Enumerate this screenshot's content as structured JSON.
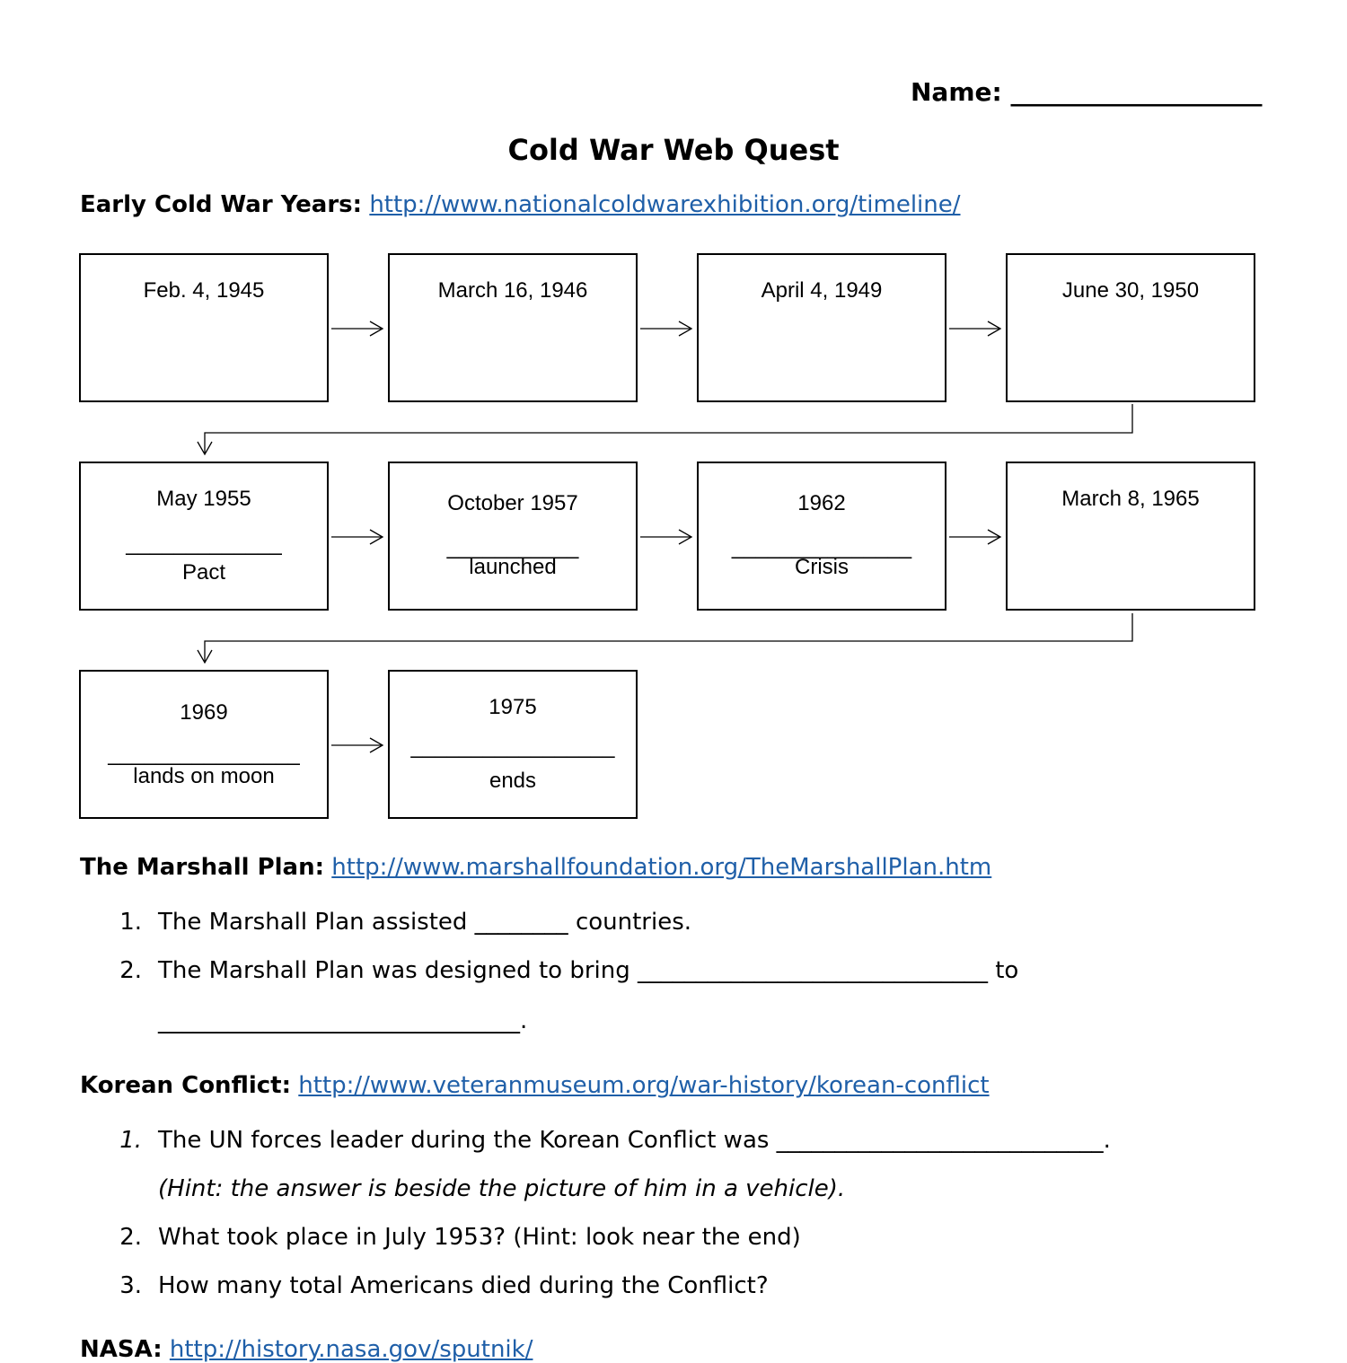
{
  "name_label": "Name:",
  "name_blank": "____________________",
  "title": "Cold War Web Quest",
  "section_early": {
    "label": "Early Cold War Years:",
    "url": "http://www.nationalcoldwarexhibition.org/timeline/"
  },
  "timeline": [
    {
      "date": "Feb. 4, 1945"
    },
    {
      "date": "March 16, 1946"
    },
    {
      "date": "April 4, 1949"
    },
    {
      "date": "June 30, 1950"
    },
    {
      "date": "May 1955",
      "blank": "_____________",
      "sub": "Pact"
    },
    {
      "date": "October 1957",
      "blank": "___________",
      "sub": "launched"
    },
    {
      "date": "1962",
      "blank": "_______________",
      "sub": "Crisis"
    },
    {
      "date": "March 8, 1965"
    },
    {
      "date": "1969",
      "blank": "________________",
      "sub": "lands on moon"
    },
    {
      "date": "1975",
      "blank": "_________________",
      "sub": "ends"
    }
  ],
  "section_marshall": {
    "label": "The Marshall Plan:",
    "url": "http://www.marshallfoundation.org/TheMarshallPlan.htm",
    "questions": [
      {
        "num": "1.",
        "text": "The Marshall Plan assisted ________ countries."
      },
      {
        "num": "2.",
        "text": "The Marshall Plan was designed to bring ______________________________ to"
      }
    ],
    "continuation": "_______________________________."
  },
  "section_korea": {
    "label": "Korean Conflict:",
    "url": "http://www.veteranmuseum.org/war-history/korean-conflict",
    "questions": [
      {
        "num": "1.",
        "text": "The UN forces leader during the Korean Conflict was ____________________________."
      },
      {
        "num": "2.",
        "text": "What took place in July 1953? (Hint: look near the end)"
      },
      {
        "num": "3.",
        "text": "How many total Americans died during the Conflict?"
      }
    ],
    "hint": "(Hint: the answer is beside the picture of him in a vehicle)."
  },
  "section_nasa_cut": {
    "label": "NASA:",
    "url": "http://history.nasa.gov/sputnik/"
  }
}
